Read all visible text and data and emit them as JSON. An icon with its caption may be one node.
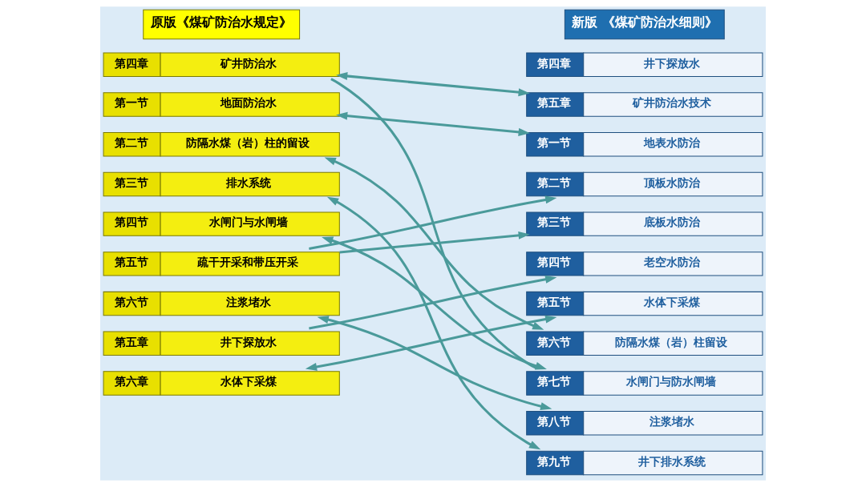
{
  "diagram": {
    "nodes": [
      {
        "text": [
          "原版《煤矿防治水规定》"
        ]
      },
      {
        "text": [
          "第四章",
          "矿井防治水"
        ]
      },
      {
        "text": [
          "第一节",
          "地面防治水"
        ]
      },
      {
        "text": [
          "第二节",
          "防隔水煤（岩）柱的留设"
        ]
      },
      {
        "text": [
          "第三节",
          "排水系统"
        ]
      },
      {
        "text": [
          "第四节",
          "水闸门与水闸墙"
        ]
      },
      {
        "text": [
          "第五节",
          "疏干开采和带压开采"
        ]
      },
      {
        "text": [
          "第六节",
          "注浆堵水"
        ]
      },
      {
        "text": [
          "第五章",
          "井下探放水"
        ]
      },
      {
        "text": [
          "第六章",
          "水体下采煤"
        ]
      },
      {
        "text": [
          "新版 《煤矿防治水细则》"
        ]
      },
      {
        "text": [
          "第四章",
          "井下探放水"
        ]
      },
      {
        "text": [
          "第五章",
          "矿井防治水技术"
        ]
      },
      {
        "text": [
          "第一节",
          "地表水防治"
        ]
      },
      {
        "text": [
          "第二节",
          "顶板水防治"
        ]
      },
      {
        "text": [
          "第三节",
          "底板水防治"
        ]
      },
      {
        "text": [
          "第四节",
          "老空水防治"
        ]
      },
      {
        "text": [
          "第五节",
          "水体下采煤"
        ]
      },
      {
        "text": [
          "第六节",
          "防隔水煤（岩）柱留设"
        ]
      },
      {
        "text": [
          "第七节",
          "水闸门与防水闸墙"
        ]
      },
      {
        "text": [
          "第八节",
          "注浆堵水"
        ]
      },
      {
        "text": [
          "第九节",
          "井下排水系统"
        ]
      }
    ],
    "edges": [
      {
        "from": 1,
        "to": 12,
        "arrow": "both"
      },
      {
        "from": 1,
        "to": 19,
        "arrow": "none"
      },
      {
        "from": 2,
        "to": 13,
        "arrow": "both"
      },
      {
        "from": 3,
        "to": 18,
        "arrow": "both"
      },
      {
        "from": 4,
        "to": 21,
        "arrow": "both"
      },
      {
        "from": 5,
        "to": 19,
        "arrow": "both"
      },
      {
        "from": 6,
        "to": 14,
        "arrow": "to"
      },
      {
        "from": 6,
        "to": 15,
        "arrow": "to"
      },
      {
        "from": 7,
        "to": 20,
        "arrow": "both"
      },
      {
        "from": 8,
        "to": 16,
        "arrow": "to"
      },
      {
        "from": 9,
        "to": 17,
        "arrow": "both"
      }
    ]
  }
}
